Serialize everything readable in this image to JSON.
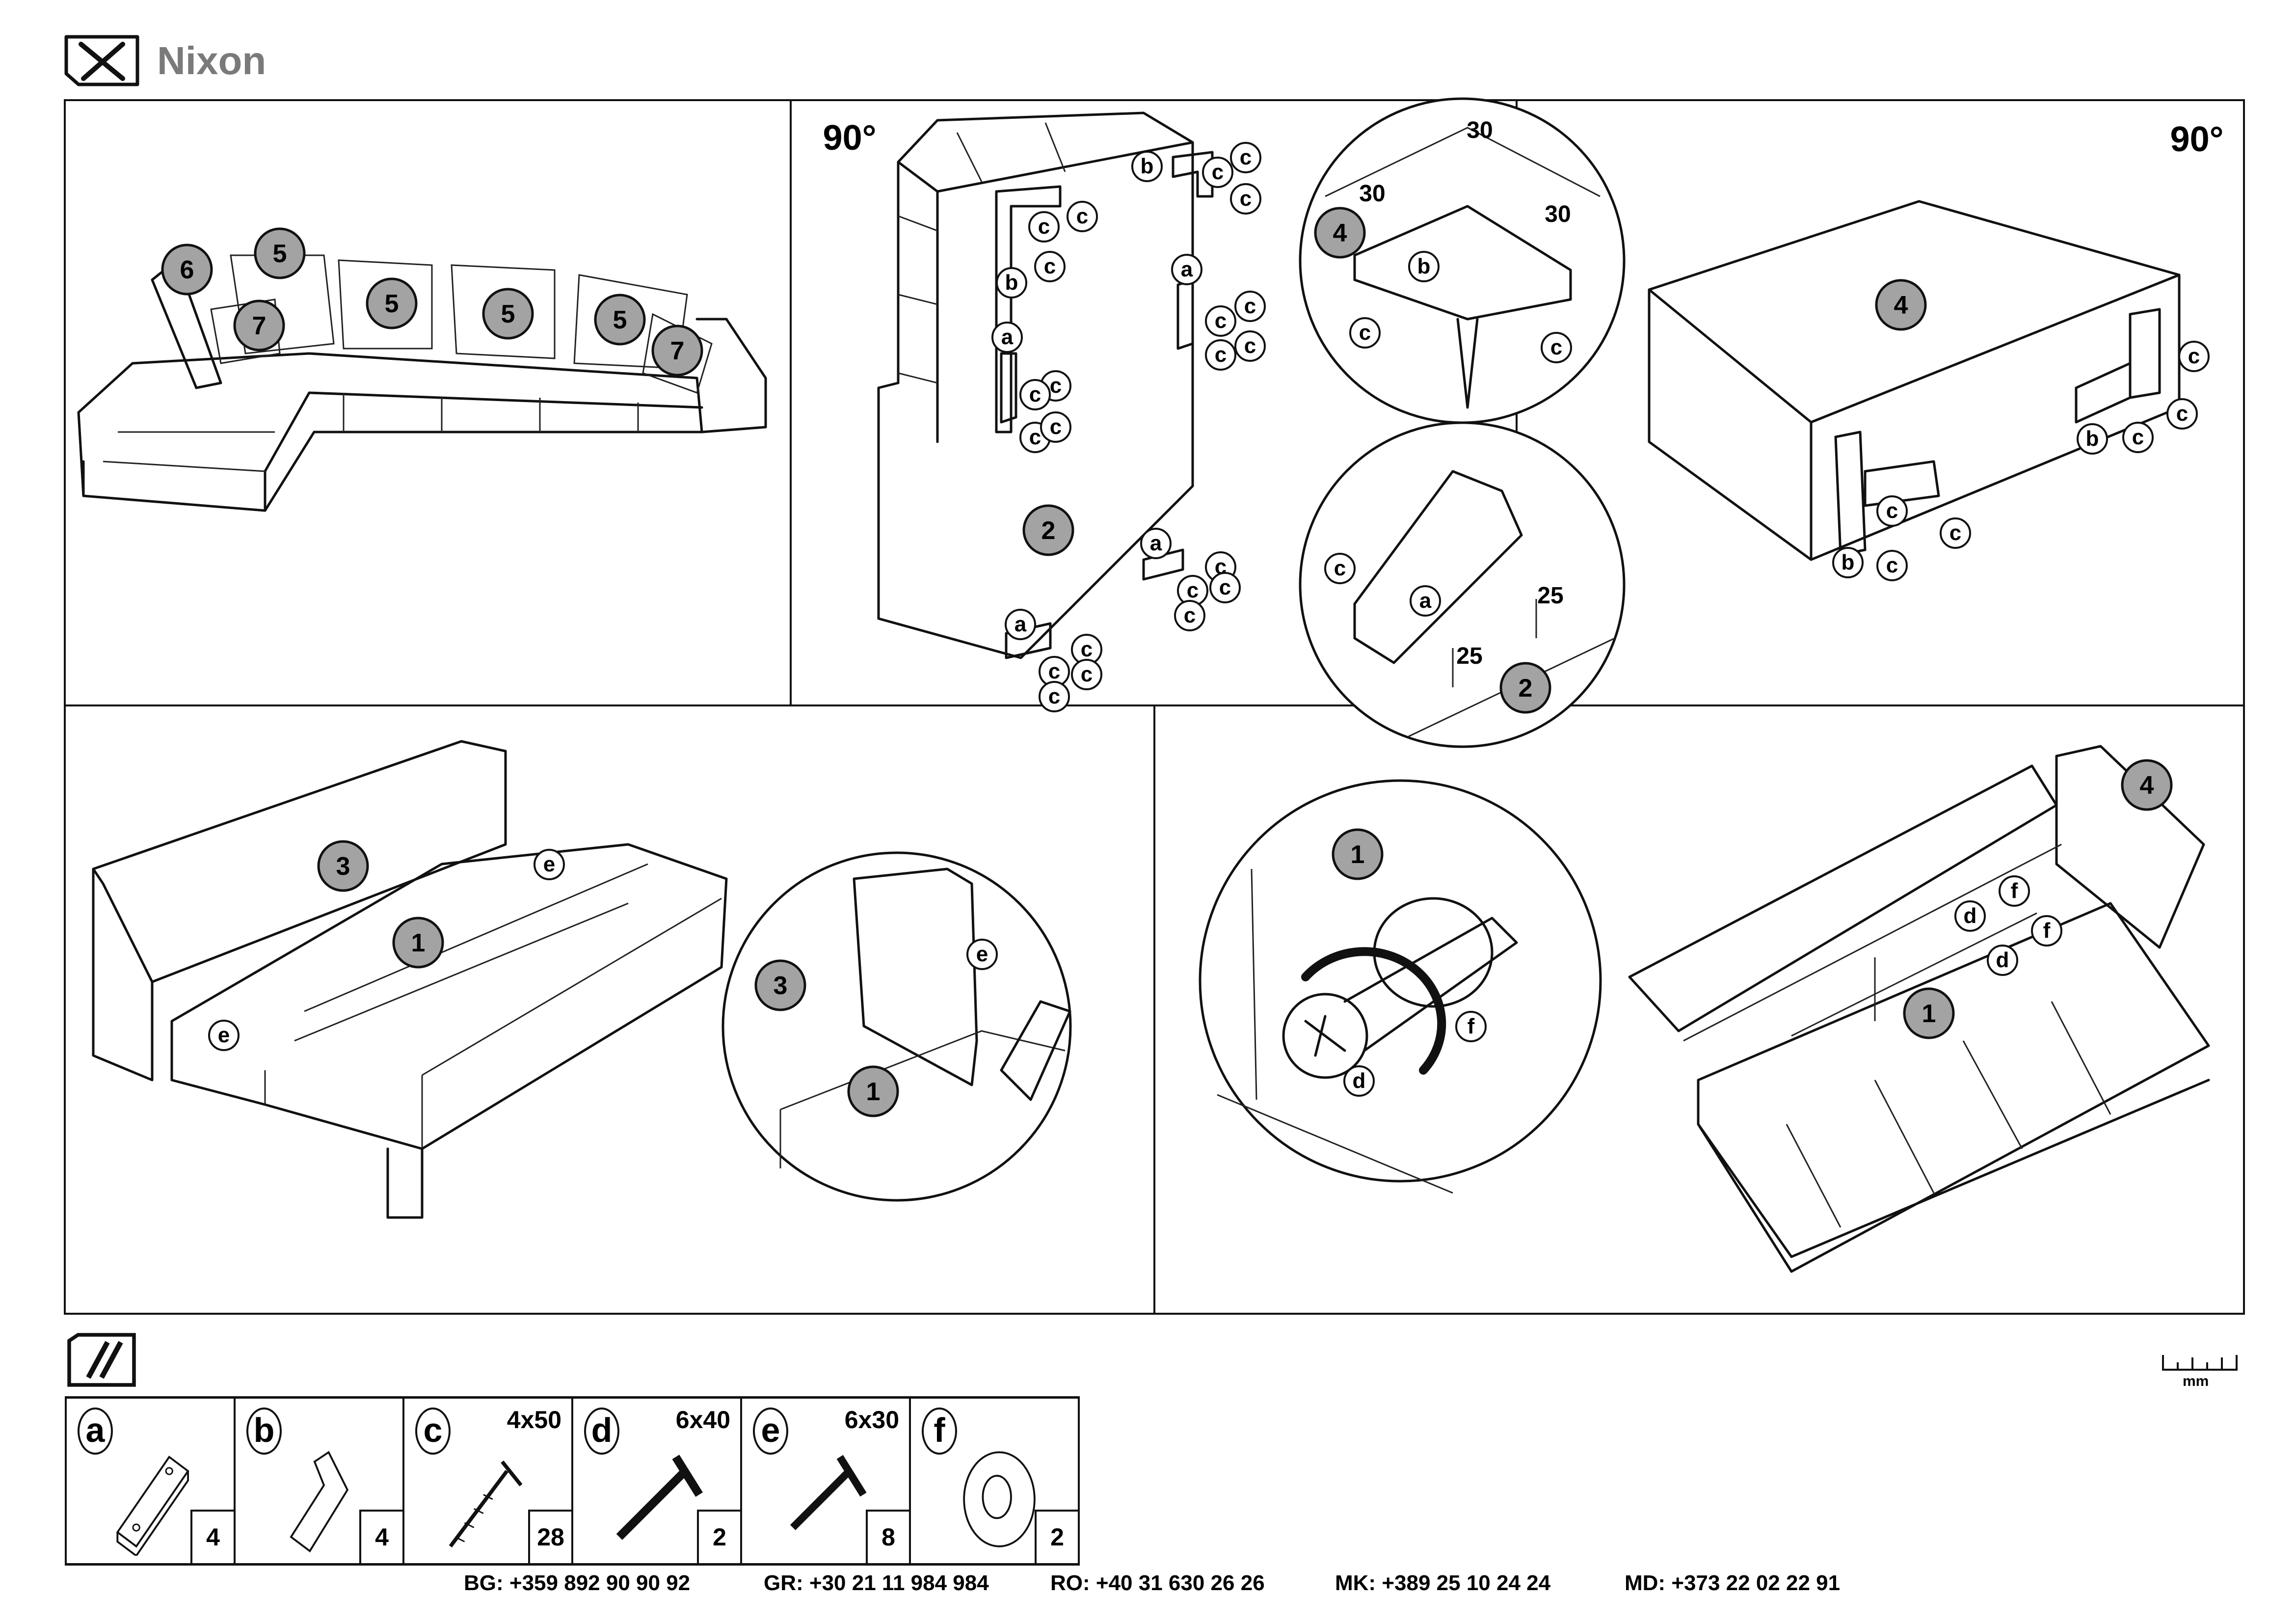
{
  "header": {
    "title": "Nixon",
    "icon": "tools-icon"
  },
  "panels": {
    "p1": {
      "callouts": [
        "6",
        "5",
        "7",
        "5",
        "5",
        "5",
        "7"
      ]
    },
    "p2": {
      "rotation": "90°",
      "a": [
        "a",
        "a",
        "a",
        "a"
      ],
      "b": [
        "b",
        "b"
      ],
      "c": [
        "c",
        "c",
        "c",
        "c",
        "c",
        "c",
        "c",
        "c",
        "c",
        "c",
        "c",
        "c",
        "c",
        "c",
        "c",
        "c",
        "c",
        "c",
        "c",
        "c",
        "c",
        "c"
      ],
      "part": "2",
      "detail_top": {
        "dims": [
          "30",
          "30",
          "30"
        ],
        "part": "4",
        "b": "b",
        "c": [
          "c",
          "c"
        ]
      },
      "detail_bottom": {
        "c": "c",
        "a": "a",
        "dims": [
          "25",
          "25"
        ],
        "part": "2"
      }
    },
    "p3": {
      "rotation": "90°",
      "part": "4",
      "c": [
        "c",
        "c",
        "c",
        "c",
        "c",
        "c"
      ],
      "b": [
        "b",
        "b"
      ]
    },
    "p4": {
      "part3": "3",
      "part1": "1",
      "e": [
        "e",
        "e"
      ],
      "detail": {
        "part3": "3",
        "part1": "1",
        "e": "e"
      }
    },
    "p5": {
      "detail": {
        "part1": "1",
        "f": "f",
        "d": "d"
      }
    },
    "p6": {
      "part4": "4",
      "part1": "1",
      "d": [
        "d",
        "d"
      ],
      "f": [
        "f",
        "f"
      ]
    }
  },
  "parts_icon": "screws-icon",
  "parts": [
    {
      "letter": "a",
      "size": "",
      "qty": "4"
    },
    {
      "letter": "b",
      "size": "",
      "qty": "4"
    },
    {
      "letter": "c",
      "size": "4x50",
      "qty": "28"
    },
    {
      "letter": "d",
      "size": "6x40",
      "qty": "2"
    },
    {
      "letter": "e",
      "size": "6x30",
      "qty": "8"
    },
    {
      "letter": "f",
      "size": "",
      "qty": "2"
    }
  ],
  "ruler_unit": "mm",
  "phones": [
    {
      "code": "BG:",
      "number": "+359 892 90 90 92"
    },
    {
      "code": "GR:",
      "number": "+30 21 11 984 984"
    },
    {
      "code": "RO:",
      "number": "+40 31 630 26 26"
    },
    {
      "code": "MK:",
      "number": "+389 25 10 24 24"
    },
    {
      "code": "MD:",
      "number": "+373 22 02 22 91"
    }
  ]
}
